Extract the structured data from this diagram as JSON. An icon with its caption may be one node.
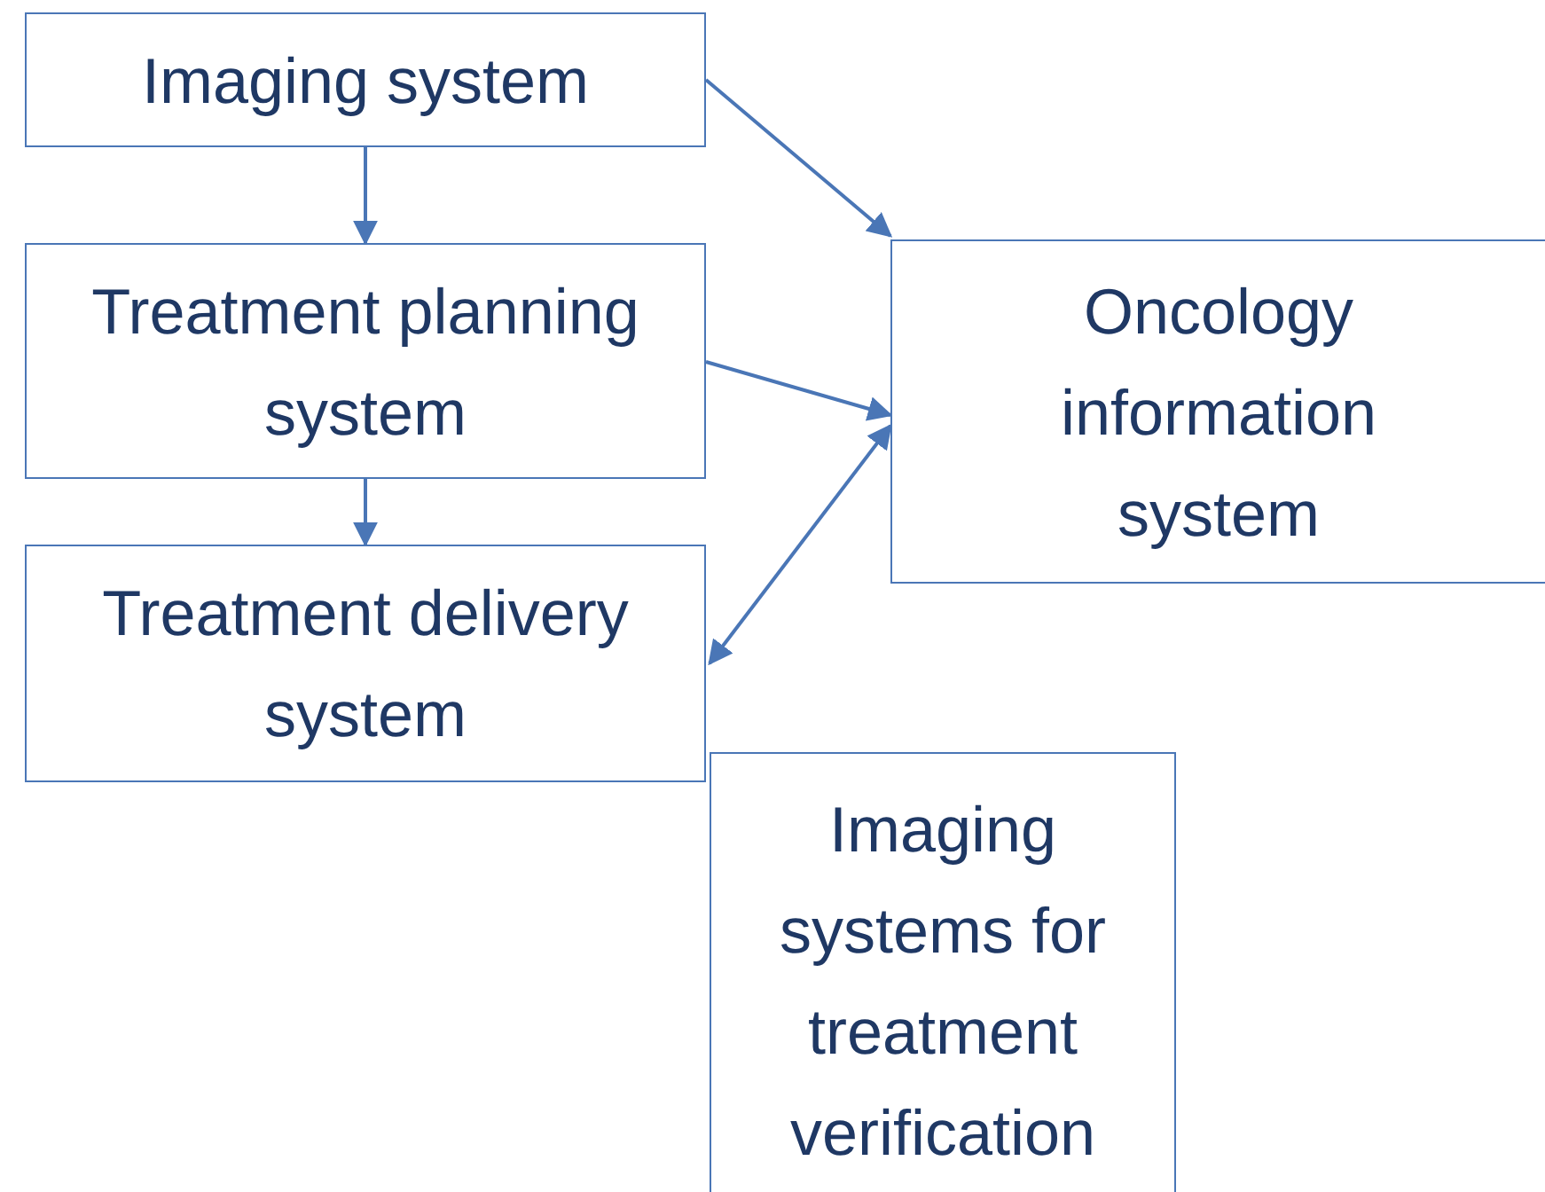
{
  "diagram": {
    "nodes": [
      {
        "text": [
          "Imaging system"
        ]
      },
      {
        "text": [
          "Treatment planning system"
        ]
      },
      {
        "text": [
          "Treatment delivery system"
        ]
      },
      {
        "text": [
          "Oncology information system"
        ]
      },
      {
        "text": [
          "Imaging systems for treatment verification"
        ]
      }
    ],
    "edges": [
      {
        "from": 0,
        "to": 1,
        "arrow": "to"
      },
      {
        "from": 1,
        "to": 2,
        "arrow": "to"
      },
      {
        "from": 0,
        "to": 3,
        "arrow": "to"
      },
      {
        "from": 1,
        "to": 3,
        "arrow": "to"
      },
      {
        "from": 2,
        "to": 3,
        "arrow": "both"
      }
    ]
  }
}
